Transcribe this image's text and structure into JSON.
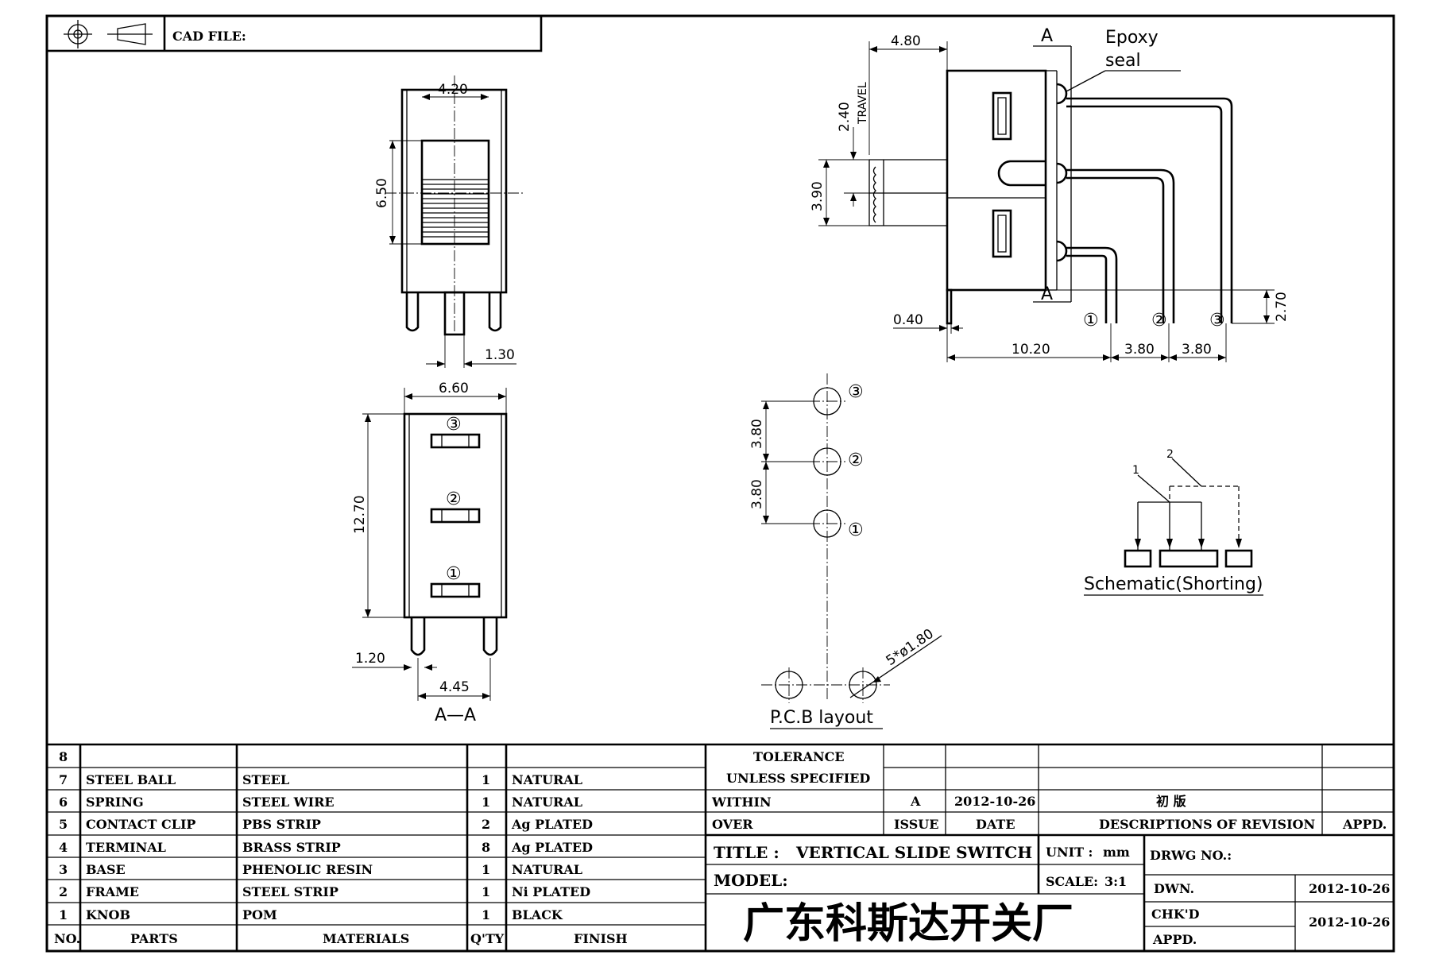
{
  "header": {
    "cad_file_label": "CAD FILE:"
  },
  "views": {
    "top_width": "4.20",
    "knob_height": "6.50",
    "pin_width": "1.30",
    "section_width": "6.60",
    "section_height": "12.70",
    "pin_dia": "1.20",
    "pin_pitch": "4.45",
    "section_label": "A—A",
    "side_width": "4.80",
    "travel": "2.40",
    "travel_label": "TRAVEL",
    "knob_span": "3.90",
    "section_mark_top": "A",
    "section_mark_bottom": "A",
    "epoxy_line1": "Epoxy",
    "epoxy_line2": "seal",
    "pin_thickness": "0.40",
    "body_depth": "10.20",
    "pin_spacing_1": "3.80",
    "pin_spacing_2": "3.80",
    "pin_length": "2.70",
    "pcb_pitch_1": "3.80",
    "pcb_pitch_2": "3.80",
    "hole_spec": "5*ø1.80",
    "pcb_label": "P.C.B  layout",
    "schematic_label": "Schematic(Shorting)",
    "schematic_tag_1": "1",
    "schematic_tag_2": "2",
    "pin_numbers": [
      "①",
      "②",
      "③"
    ]
  },
  "parts": {
    "headers": {
      "no": "NO.",
      "parts": "PARTS",
      "materials": "MATERIALS",
      "qty": "Q'TY",
      "finish": "FINISH"
    },
    "rows": [
      {
        "no": "8",
        "part": "",
        "material": "",
        "qty": "",
        "finish": ""
      },
      {
        "no": "7",
        "part": "STEEL BALL",
        "material": "STEEL",
        "qty": "1",
        "finish": "NATURAL"
      },
      {
        "no": "6",
        "part": "SPRING",
        "material": "STEEL WIRE",
        "qty": "1",
        "finish": "NATURAL"
      },
      {
        "no": "5",
        "part": "CONTACT CLIP",
        "material": "PBS STRIP",
        "qty": "2",
        "finish": "Ag PLATED"
      },
      {
        "no": "4",
        "part": "TERMINAL",
        "material": "BRASS STRIP",
        "qty": "8",
        "finish": "Ag PLATED"
      },
      {
        "no": "3",
        "part": "BASE",
        "material": "PHENOLIC RESIN",
        "qty": "1",
        "finish": "NATURAL"
      },
      {
        "no": "2",
        "part": "FRAME",
        "material": "STEEL STRIP",
        "qty": "1",
        "finish": "Ni PLATED"
      },
      {
        "no": "1",
        "part": "KNOB",
        "material": "POM",
        "qty": "1",
        "finish": "BLACK"
      }
    ]
  },
  "title_block": {
    "tolerance": "TOLERANCE",
    "unless_specified": "UNLESS  SPECIFIED",
    "within": "WITHIN",
    "over": "OVER",
    "rev_issue": "A",
    "rev_date": "2012-10-26",
    "rev_desc": "初  版",
    "issue_label": "ISSUE",
    "date_label": "DATE",
    "desc_label": "DESCRIPTIONS OF REVISION",
    "appd_label": "APPD.",
    "title_label": "TITLE :",
    "title_value": "VERTICAL  SLIDE  SWITCH",
    "unit_label": "UNIT :",
    "unit_value": "mm",
    "drwg_no_label": "DRWG NO.:",
    "model_label": "MODEL:",
    "scale_label": "SCALE:",
    "scale_value": "3:1",
    "dwn_label": "DWN.",
    "dwn_date": "2012-10-26",
    "chkd_label": "CHK'D",
    "chkd_date": "2012-10-26",
    "appd2_label": "APPD.",
    "company": "广东科斯达开关厂"
  }
}
